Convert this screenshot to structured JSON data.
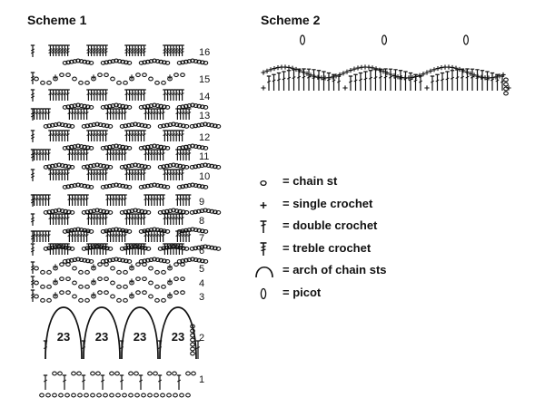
{
  "scheme1": {
    "title": "Scheme 1",
    "row_labels": [
      "1",
      "2",
      "3",
      "4",
      "5",
      "6",
      "7",
      "8",
      "9",
      "10",
      "11",
      "12",
      "13",
      "14",
      "15",
      "16"
    ],
    "arch_label": "23",
    "arch_count": 4
  },
  "scheme2": {
    "title": "Scheme 2",
    "picot_count": 3
  },
  "legend": [
    {
      "icon": "chain-stitch-icon",
      "text": "= chain st"
    },
    {
      "icon": "single-crochet-icon",
      "text": "= single crochet"
    },
    {
      "icon": "double-crochet-icon",
      "text": "= double crochet"
    },
    {
      "icon": "treble-crochet-icon",
      "text": "= treble crochet"
    },
    {
      "icon": "chain-arch-icon",
      "text": "= arch of chain sts"
    },
    {
      "icon": "picot-icon",
      "text": "= picot"
    }
  ]
}
